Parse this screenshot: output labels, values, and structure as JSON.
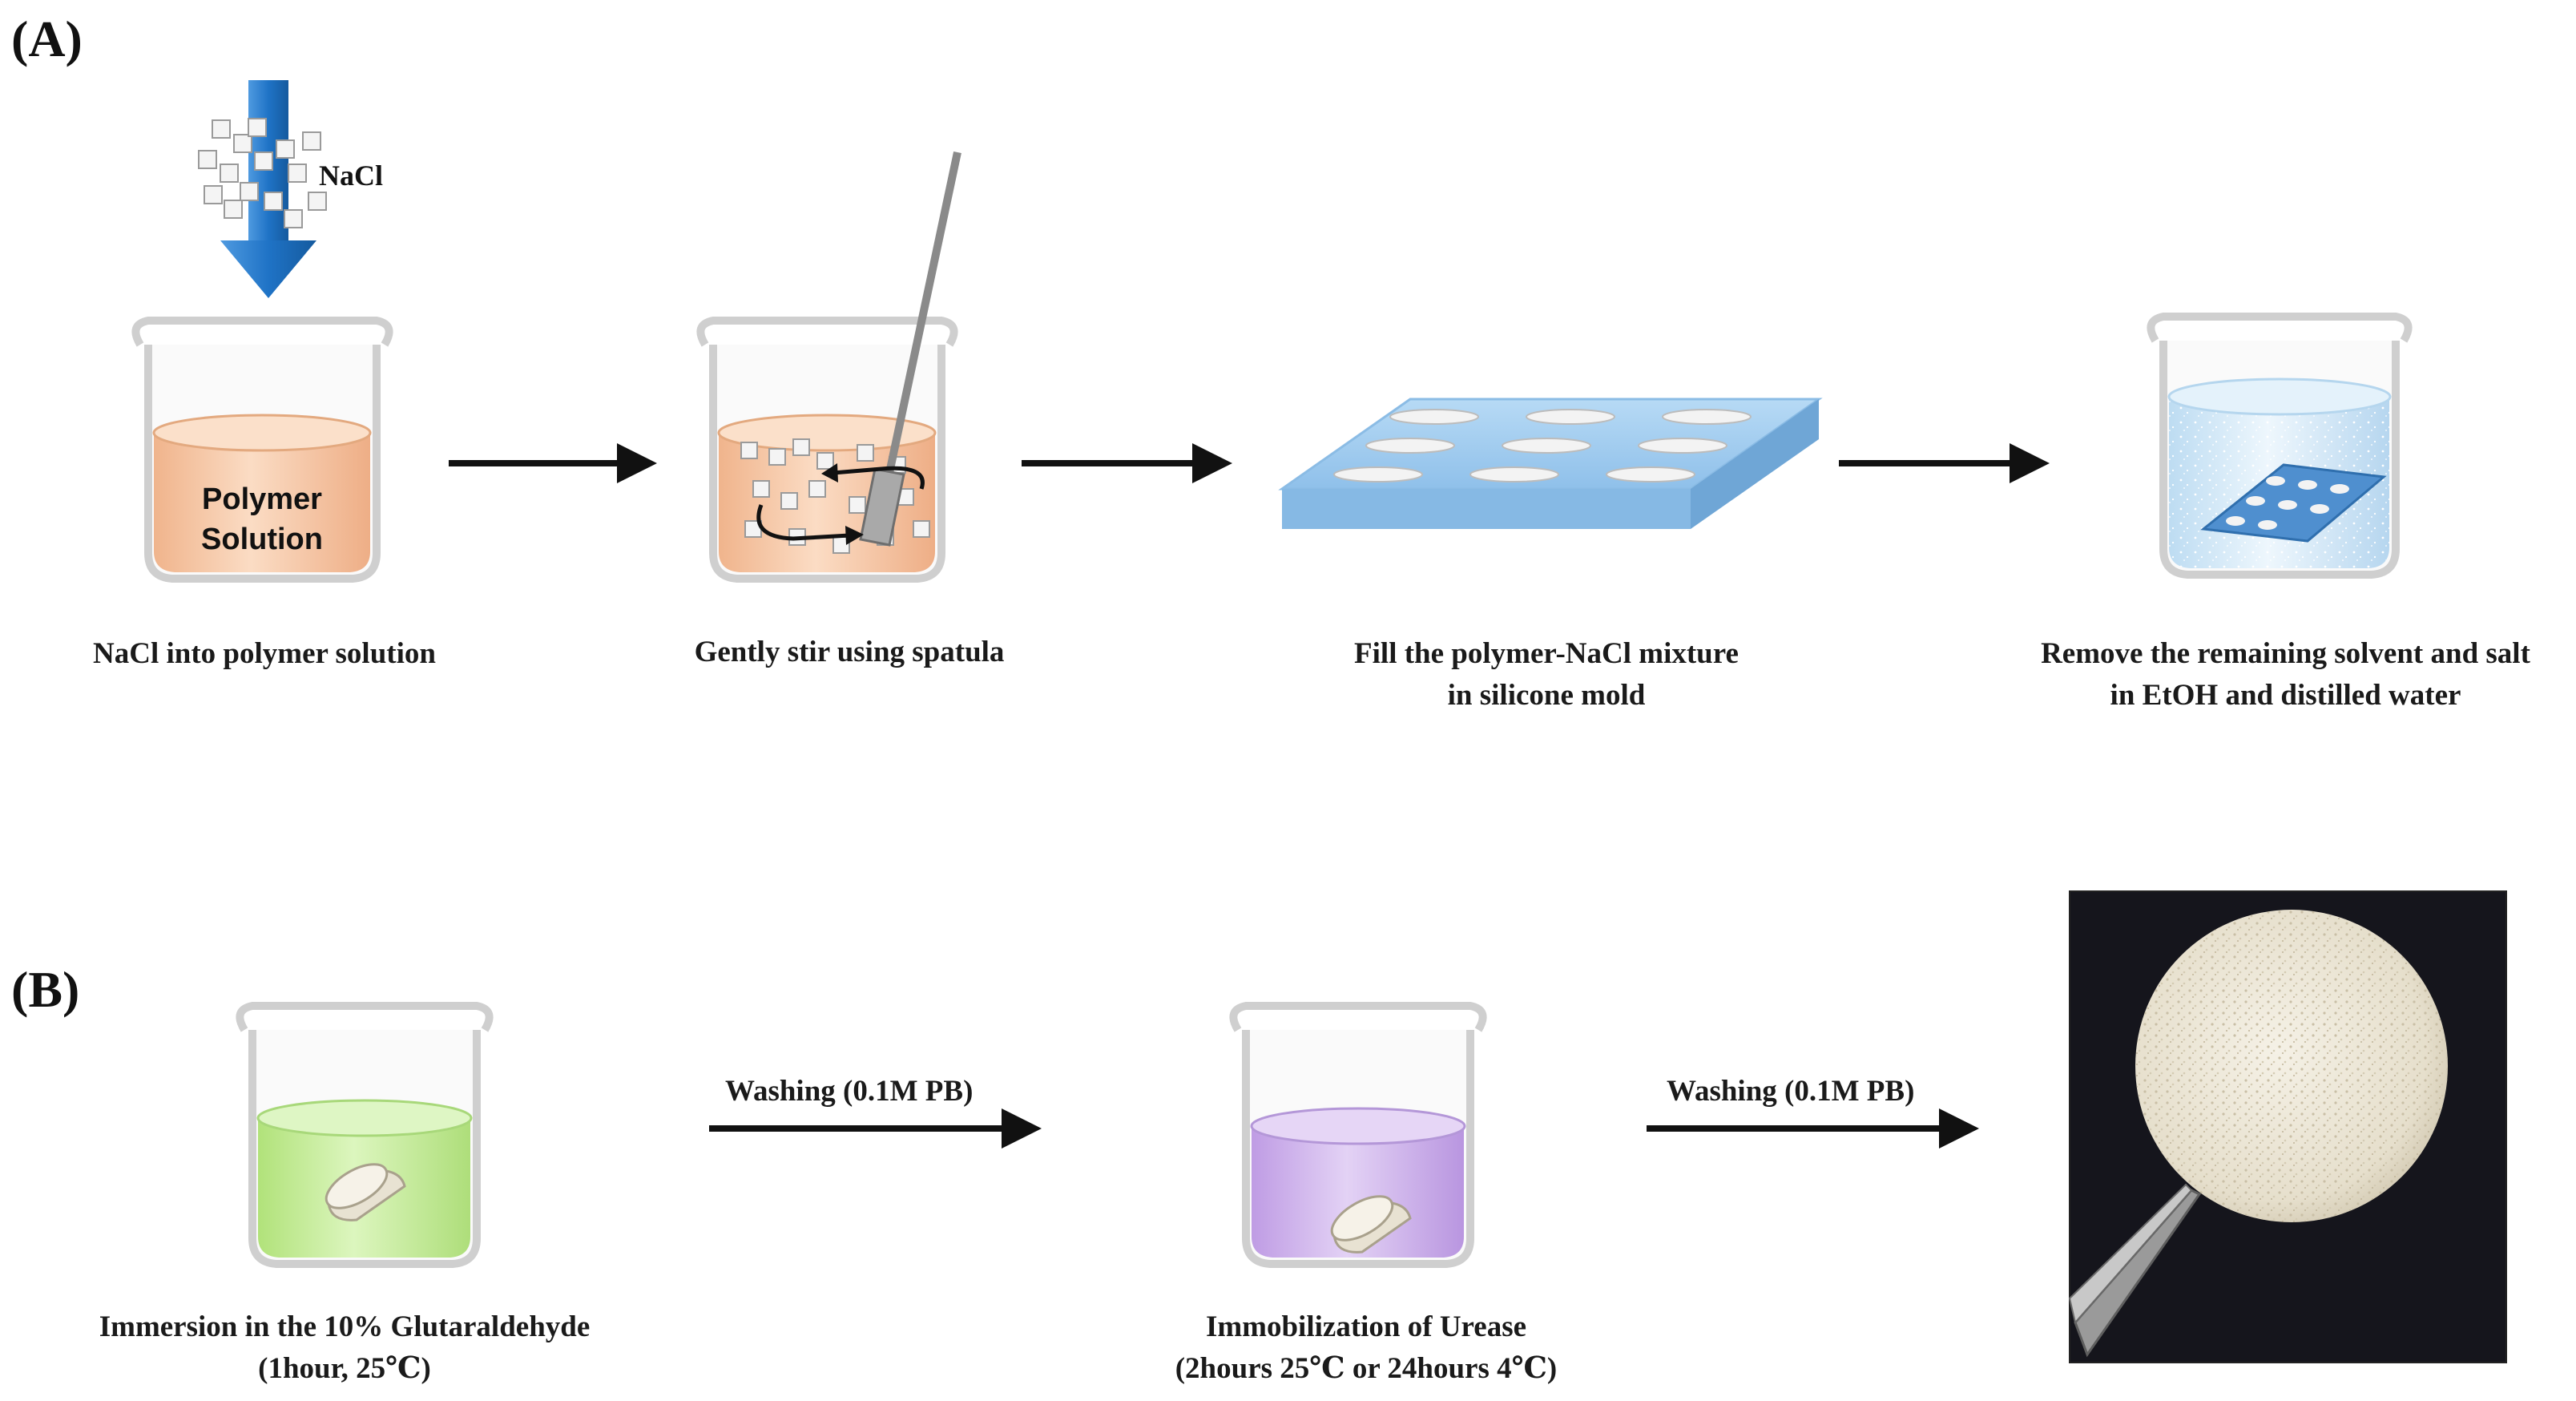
{
  "panels": {
    "a": {
      "label": "(A)"
    },
    "b": {
      "label": "(B)"
    }
  },
  "panel_a": {
    "nacl_label": "NaCl",
    "beaker1_label_line1": "Polymer",
    "beaker1_label_line2": "Solution",
    "step1_caption": "NaCl into  polymer solution",
    "step2_caption": "Gently stir using spatula",
    "step3_caption_line1": "Fill the polymer-NaCl mixture",
    "step3_caption_line2": "in silicone mold",
    "step4_caption_line1": "Remove the remaining solvent and salt",
    "step4_caption_line2": "in EtOH and distilled water"
  },
  "panel_b": {
    "step1_caption_line1": "Immersion in the 10% Glutaraldehyde",
    "step1_caption_line2": "(1hour, 25℃)",
    "arrow1_label": "Washing (0.1M PB)",
    "step2_caption_line1": "Immobilization  of  Urease",
    "step2_caption_line2": "(2hours 25℃ or 24hours 4℃)",
    "arrow2_label": "Washing (0.1M PB)"
  },
  "colors": {
    "polymer_solution": "#f6c6a4",
    "glutaraldehyde": "#c9ef9f",
    "urease": "#d2b6ec",
    "water": "#d7ecf9",
    "mold": "#9cc9ee",
    "nacl_arrow": "#1f73c6",
    "photo_background": "#15151c",
    "scaffold": "#eee9dc"
  }
}
